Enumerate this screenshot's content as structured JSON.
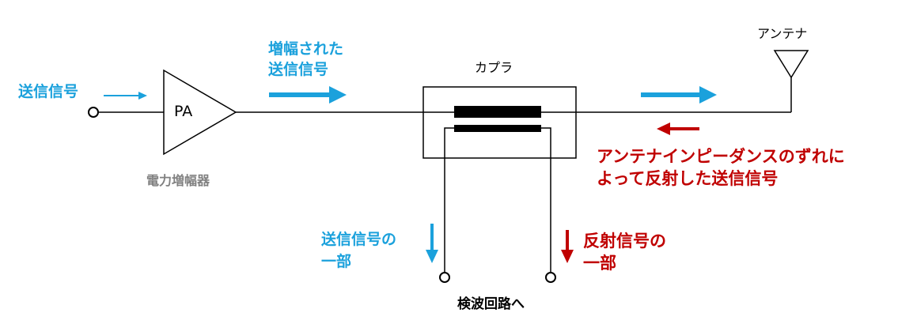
{
  "labels": {
    "input_signal": "送信信号",
    "amp_name": "PA",
    "amp_caption": "電力増幅器",
    "amplified_line1": "増幅された",
    "amplified_line2": "送信信号",
    "coupler": "カプラ",
    "antenna": "アンテナ",
    "reflected_line1": "アンテナインピーダンスのずれに",
    "reflected_line2": "よって反射した送信信号",
    "fwd_part_line1": "送信信号の",
    "fwd_part_line2": "一部",
    "rev_part_line1": "反射信号の",
    "rev_part_line2": "一部",
    "detector": "検波回路へ"
  },
  "colors": {
    "forward": "#1ba1dc",
    "reflected": "#c00000",
    "line": "#000000",
    "caption": "#808080"
  }
}
